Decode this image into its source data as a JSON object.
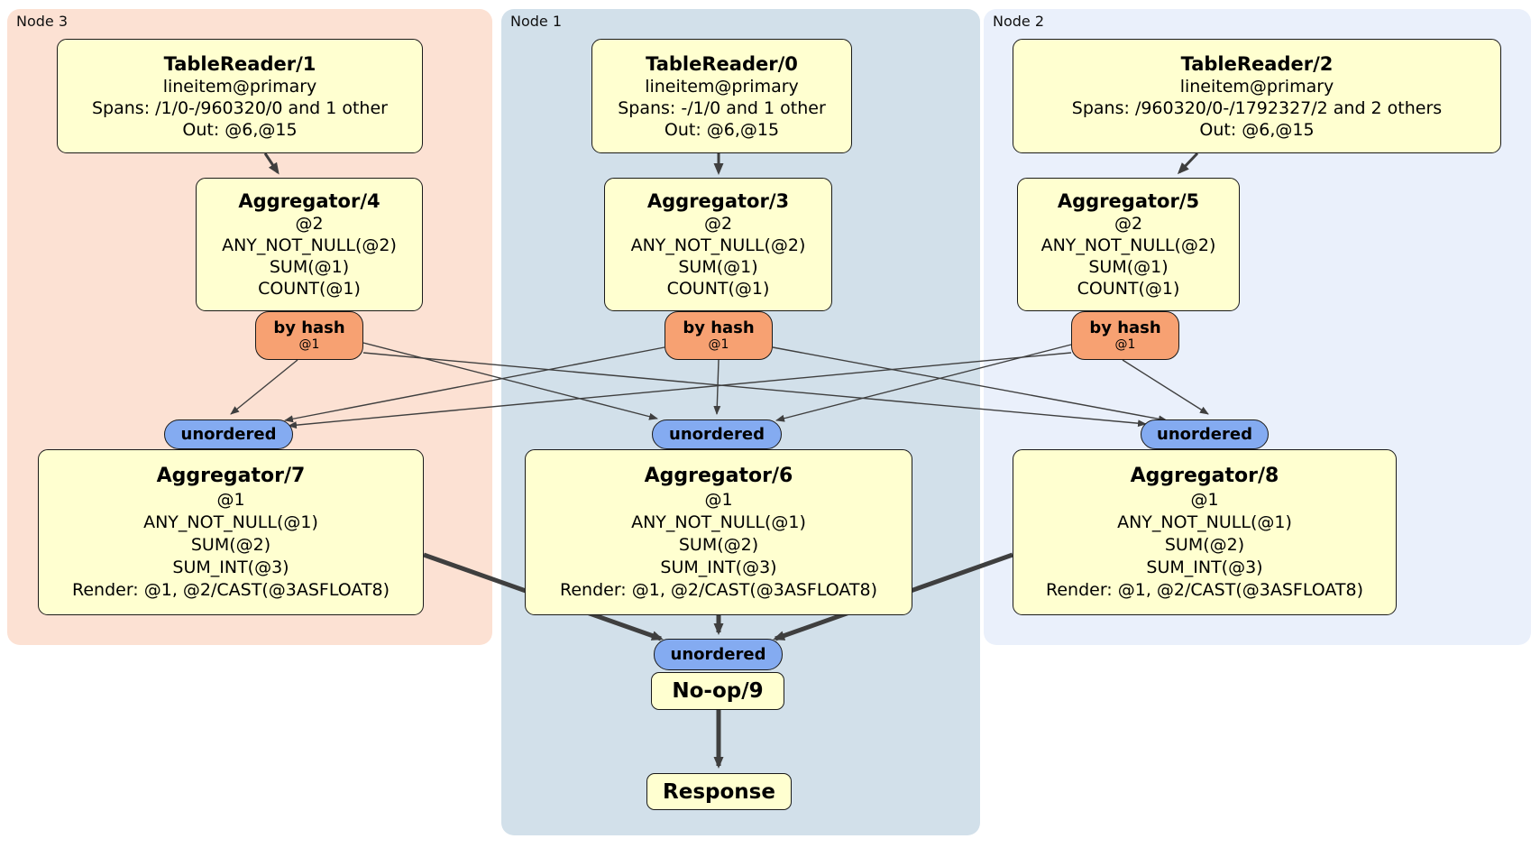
{
  "panels": {
    "node3": {
      "label": "Node 3"
    },
    "node1": {
      "label": "Node 1"
    },
    "node2": {
      "label": "Node 2"
    }
  },
  "processors": {
    "tr1": {
      "title": "TableReader/1",
      "lines": [
        "lineitem@primary",
        "Spans: /1/0-/960320/0 and 1 other",
        "Out: @6,@15"
      ]
    },
    "tr0": {
      "title": "TableReader/0",
      "lines": [
        "lineitem@primary",
        "Spans: -/1/0 and 1 other",
        "Out: @6,@15"
      ]
    },
    "tr2": {
      "title": "TableReader/2",
      "lines": [
        "lineitem@primary",
        "Spans: /960320/0-/1792327/2 and 2 others",
        "Out: @6,@15"
      ]
    },
    "agg4": {
      "title": "Aggregator/4",
      "lines": [
        "@2",
        "ANY_NOT_NULL(@2)",
        "SUM(@1)",
        "COUNT(@1)"
      ]
    },
    "agg3": {
      "title": "Aggregator/3",
      "lines": [
        "@2",
        "ANY_NOT_NULL(@2)",
        "SUM(@1)",
        "COUNT(@1)"
      ]
    },
    "agg5": {
      "title": "Aggregator/5",
      "lines": [
        "@2",
        "ANY_NOT_NULL(@2)",
        "SUM(@1)",
        "COUNT(@1)"
      ]
    },
    "agg7": {
      "title": "Aggregator/7",
      "lines": [
        "@1",
        "ANY_NOT_NULL(@1)",
        "SUM(@2)",
        "SUM_INT(@3)",
        "Render: @1, @2/CAST(@3ASFLOAT8)"
      ]
    },
    "agg6": {
      "title": "Aggregator/6",
      "lines": [
        "@1",
        "ANY_NOT_NULL(@1)",
        "SUM(@2)",
        "SUM_INT(@3)",
        "Render: @1, @2/CAST(@3ASFLOAT8)"
      ]
    },
    "agg8": {
      "title": "Aggregator/8",
      "lines": [
        "@1",
        "ANY_NOT_NULL(@1)",
        "SUM(@2)",
        "SUM_INT(@3)",
        "Render: @1, @2/CAST(@3ASFLOAT8)"
      ]
    },
    "noop": {
      "title": "No-op/9"
    },
    "response": {
      "title": "Response"
    }
  },
  "routers": {
    "hash4": {
      "title": "by hash",
      "detail": "@1"
    },
    "hash3": {
      "title": "by hash",
      "detail": "@1"
    },
    "hash5": {
      "title": "by hash",
      "detail": "@1"
    }
  },
  "syncs": {
    "left": {
      "label": "unordered"
    },
    "middle": {
      "label": "unordered"
    },
    "right": {
      "label": "unordered"
    },
    "final": {
      "label": "unordered"
    }
  },
  "edges": [
    {
      "from": "TableReader/1",
      "to": "Aggregator/4"
    },
    {
      "from": "TableReader/0",
      "to": "Aggregator/3"
    },
    {
      "from": "TableReader/2",
      "to": "Aggregator/5"
    },
    {
      "from": "Aggregator/4 by hash",
      "to": "unordered left"
    },
    {
      "from": "Aggregator/4 by hash",
      "to": "unordered middle"
    },
    {
      "from": "Aggregator/4 by hash",
      "to": "unordered right"
    },
    {
      "from": "Aggregator/3 by hash",
      "to": "unordered left"
    },
    {
      "from": "Aggregator/3 by hash",
      "to": "unordered middle"
    },
    {
      "from": "Aggregator/3 by hash",
      "to": "unordered right"
    },
    {
      "from": "Aggregator/5 by hash",
      "to": "unordered left"
    },
    {
      "from": "Aggregator/5 by hash",
      "to": "unordered middle"
    },
    {
      "from": "Aggregator/5 by hash",
      "to": "unordered right"
    },
    {
      "from": "Aggregator/7",
      "to": "unordered final"
    },
    {
      "from": "Aggregator/6",
      "to": "unordered final"
    },
    {
      "from": "Aggregator/8",
      "to": "unordered final"
    },
    {
      "from": "No-op/9",
      "to": "Response"
    }
  ],
  "colors": {
    "node3_bg": "#fce1d3",
    "node1_bg": "#d2e0ea",
    "node2_bg": "#eaf0fb",
    "processor_bg": "#ffffd0",
    "router_bg": "#f7a172",
    "sync_bg": "#84abf1",
    "edge": "#3f3f3f",
    "border": "#1a1a1a"
  }
}
